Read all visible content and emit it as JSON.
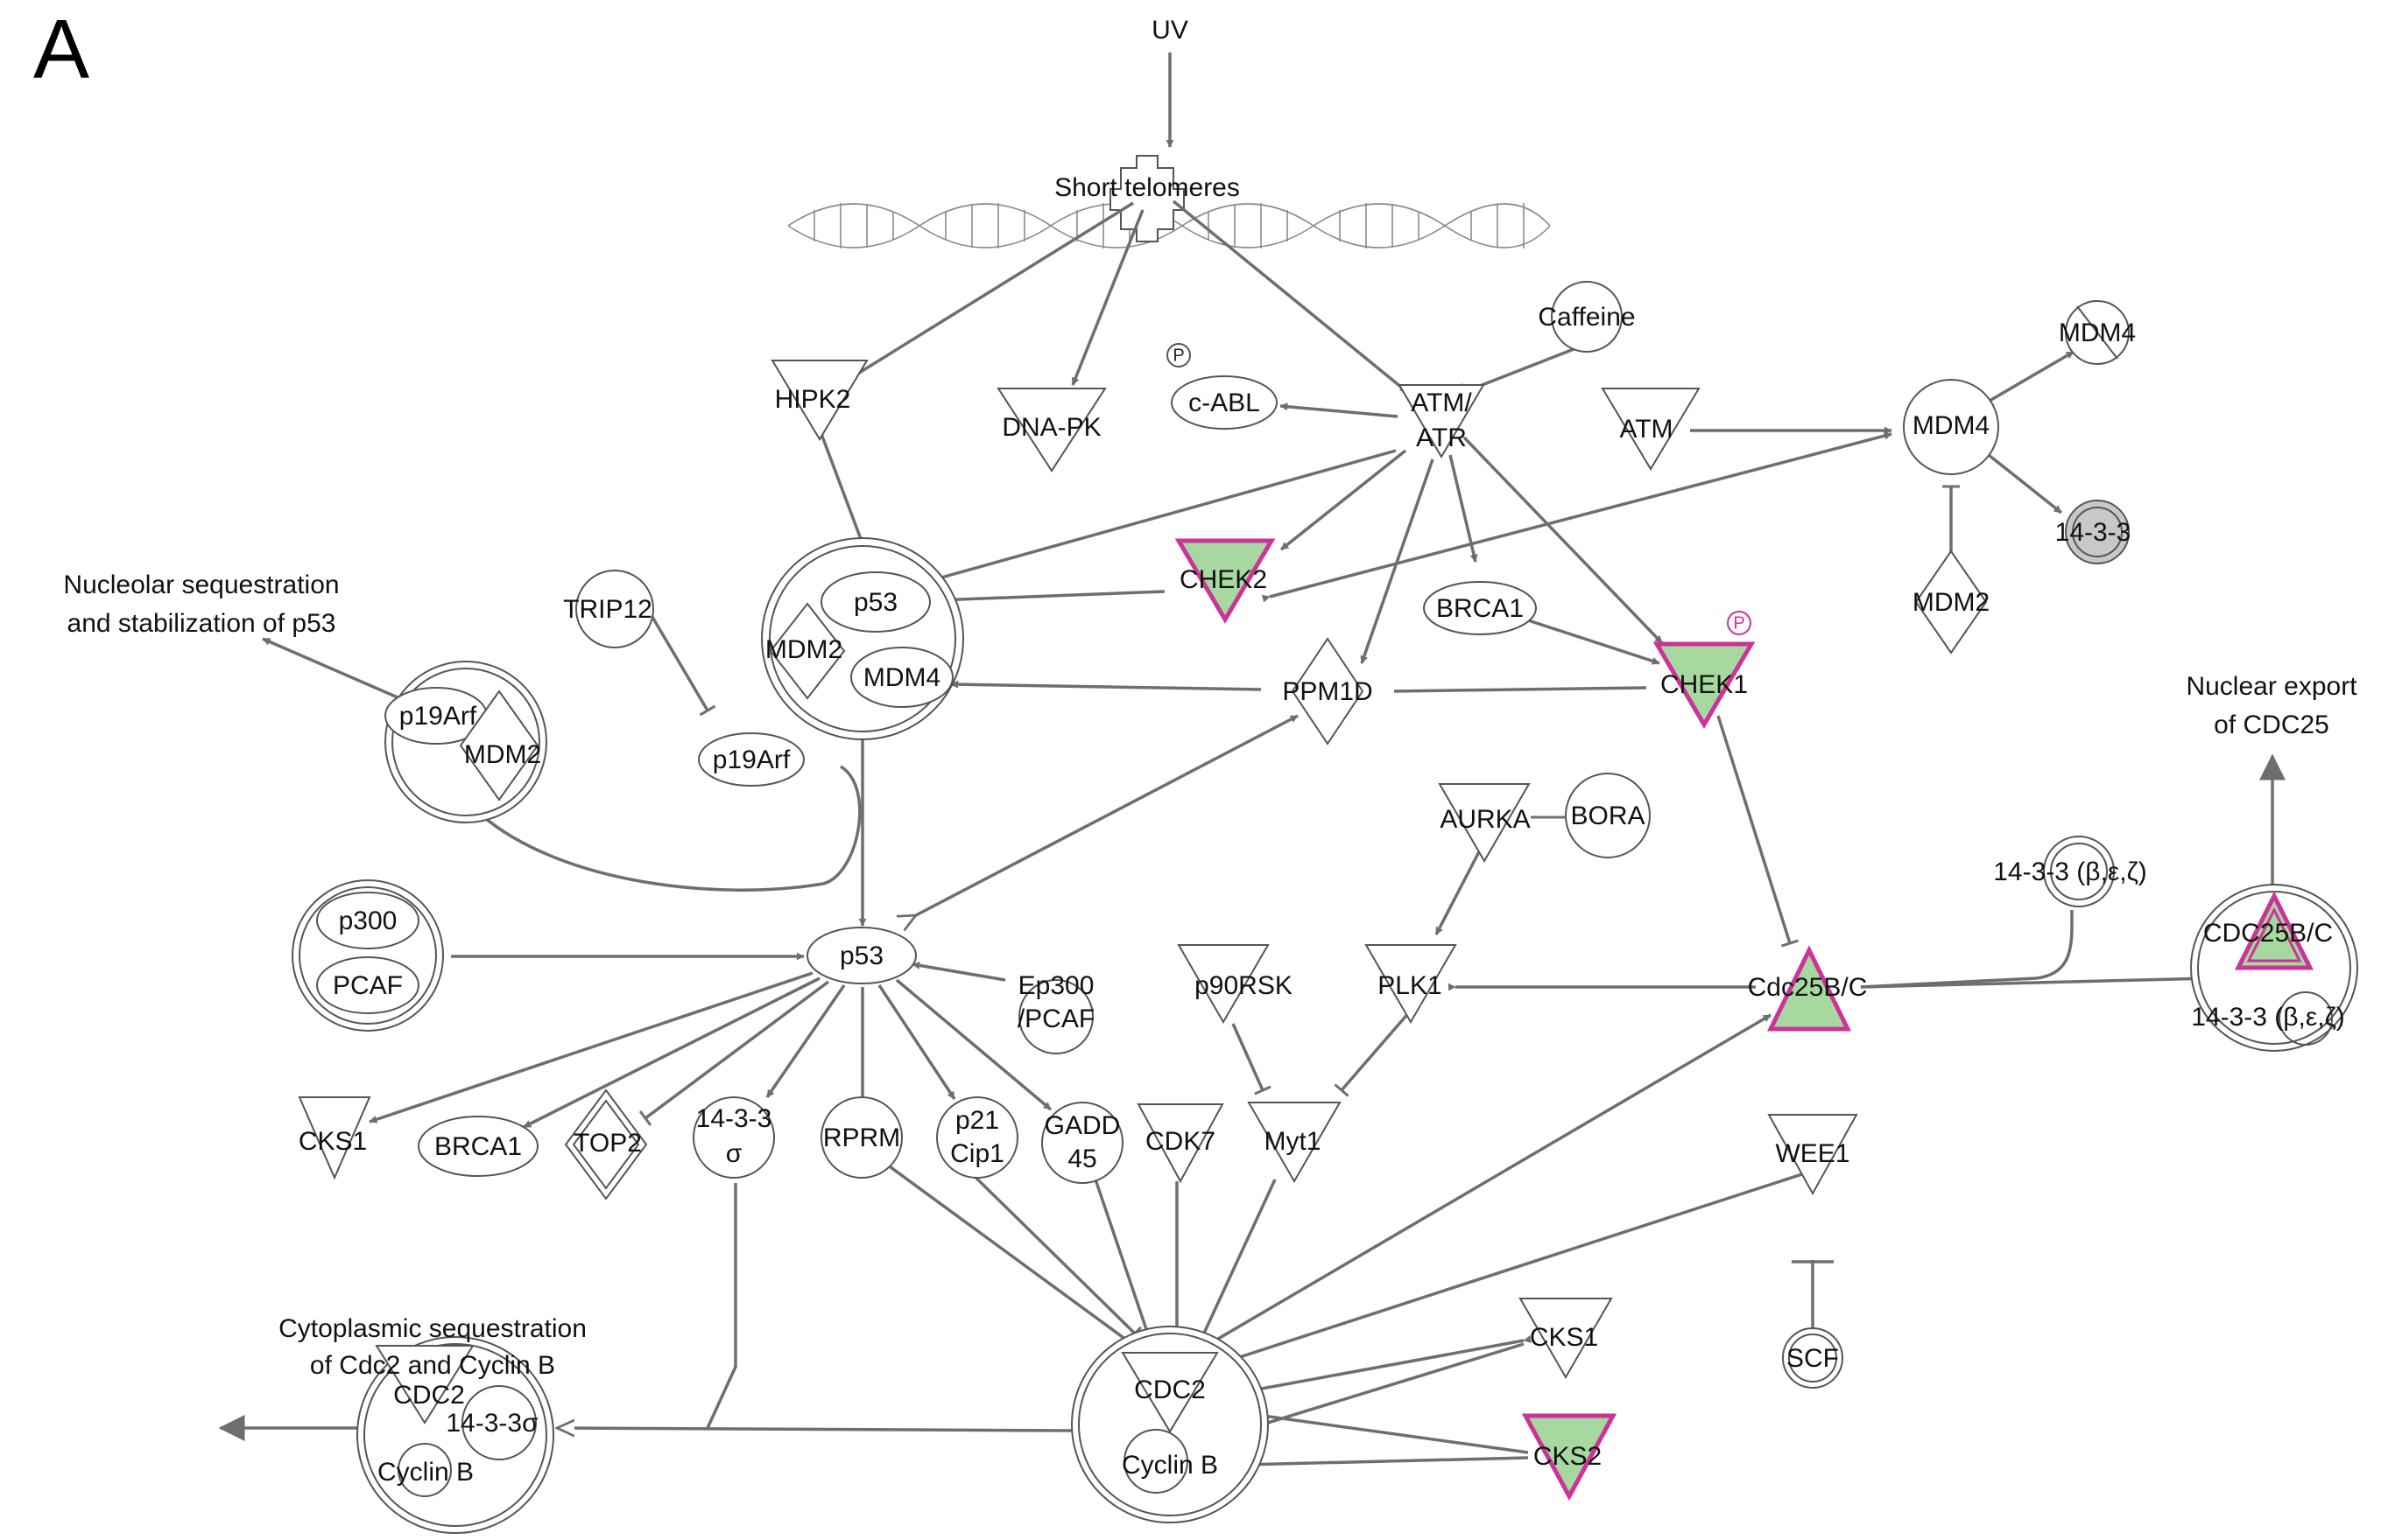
{
  "panel_label": "A",
  "colors": {
    "highlight_fill": "#a7d8a0",
    "highlight_stroke": "#cc3399",
    "edge": "#6e6e6e",
    "node_stroke": "#555555",
    "grey_node": "#c8c8c8"
  },
  "nodes": {
    "uv": "UV",
    "short_telomeres": "Short telomeres",
    "caffeine": "Caffeine",
    "hipk2": "HIPK2",
    "dna_pk": "DNA-PK",
    "c_abl": "c-ABL",
    "atm_atr_1": "ATM/",
    "atm_atr_2": "ATR",
    "atm": "ATM",
    "mdm4_center": "MDM4",
    "mdm4_top": "MDM4",
    "mdm2_right": "MDM2",
    "grey_1433": "14-3-3",
    "chek2": "CHEK2",
    "brca1_top": "BRCA1",
    "chek1": "CHEK1",
    "ppm1d": "PPM1D",
    "trip12": "TRIP12",
    "p19arf": "p19Arf",
    "complex_p53": "p53",
    "complex_mdm2": "MDM2",
    "complex_mdm4": "MDM4",
    "complex_p19arf": "p19Arf",
    "complex_p19arf_mdm2": "MDM2",
    "aurka": "AURKA",
    "bora": "BORA",
    "plk1": "PLK1",
    "p90rsk": "p90RSK",
    "myt1": "Myt1",
    "p300": "p300",
    "pcaf": "PCAF",
    "p53": "p53",
    "ep300_1": "Ep300",
    "ep300_2": "/PCAF",
    "cks1_left": "CKS1",
    "brca1_bottom": "BRCA1",
    "top2": "TOP2",
    "s1433_1": "14-3-3",
    "s1433_2": "σ",
    "rprm": "RPRM",
    "p21_1": "p21",
    "p21_2": "Cip1",
    "gadd_1": "GADD",
    "gadd_2": "45",
    "cdk7": "CDK7",
    "wee1": "WEE1",
    "scf": "SCF",
    "cks1_right": "CKS1",
    "cks2": "CKS2",
    "cdc25bc": "Cdc25B/C",
    "f1433_beze": "14-3-3 (β,ε,ζ)",
    "cx_cdc25bc": "CDC25B/C",
    "cx_1433_beze": "14-3-3 (β,ε,ζ)",
    "cx_cdc2": "CDC2",
    "cx_cyclinb": "Cyclin B",
    "cx_left_cdc2": "CDC2",
    "cx_left_1433s": "14-3-3σ",
    "cx_left_cyclinb": "Cyclin B",
    "p_mark": "P"
  },
  "notes": {
    "nucleolar_1": "Nucleolar sequestration",
    "nucleolar_2": "and stabilization of p53",
    "nuclear_1": "Nuclear export",
    "nuclear_2": "of CDC25",
    "cyto_1": "Cytoplasmic sequestration",
    "cyto_2": "of Cdc2 and Cyclin B"
  }
}
